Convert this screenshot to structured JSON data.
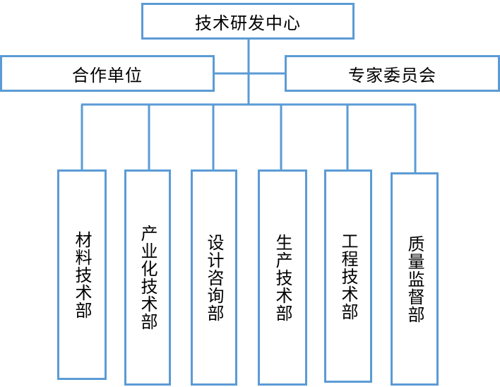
{
  "diagram": {
    "root": "技术研发中心",
    "side_left": "合作单位",
    "side_right": "专家委员会",
    "departments": [
      "材料技术部",
      "产业化技术部",
      "设计咨询部",
      "生产技术部",
      "工程技术部",
      "质量监督部"
    ],
    "line_color": "#5b9bd5"
  }
}
